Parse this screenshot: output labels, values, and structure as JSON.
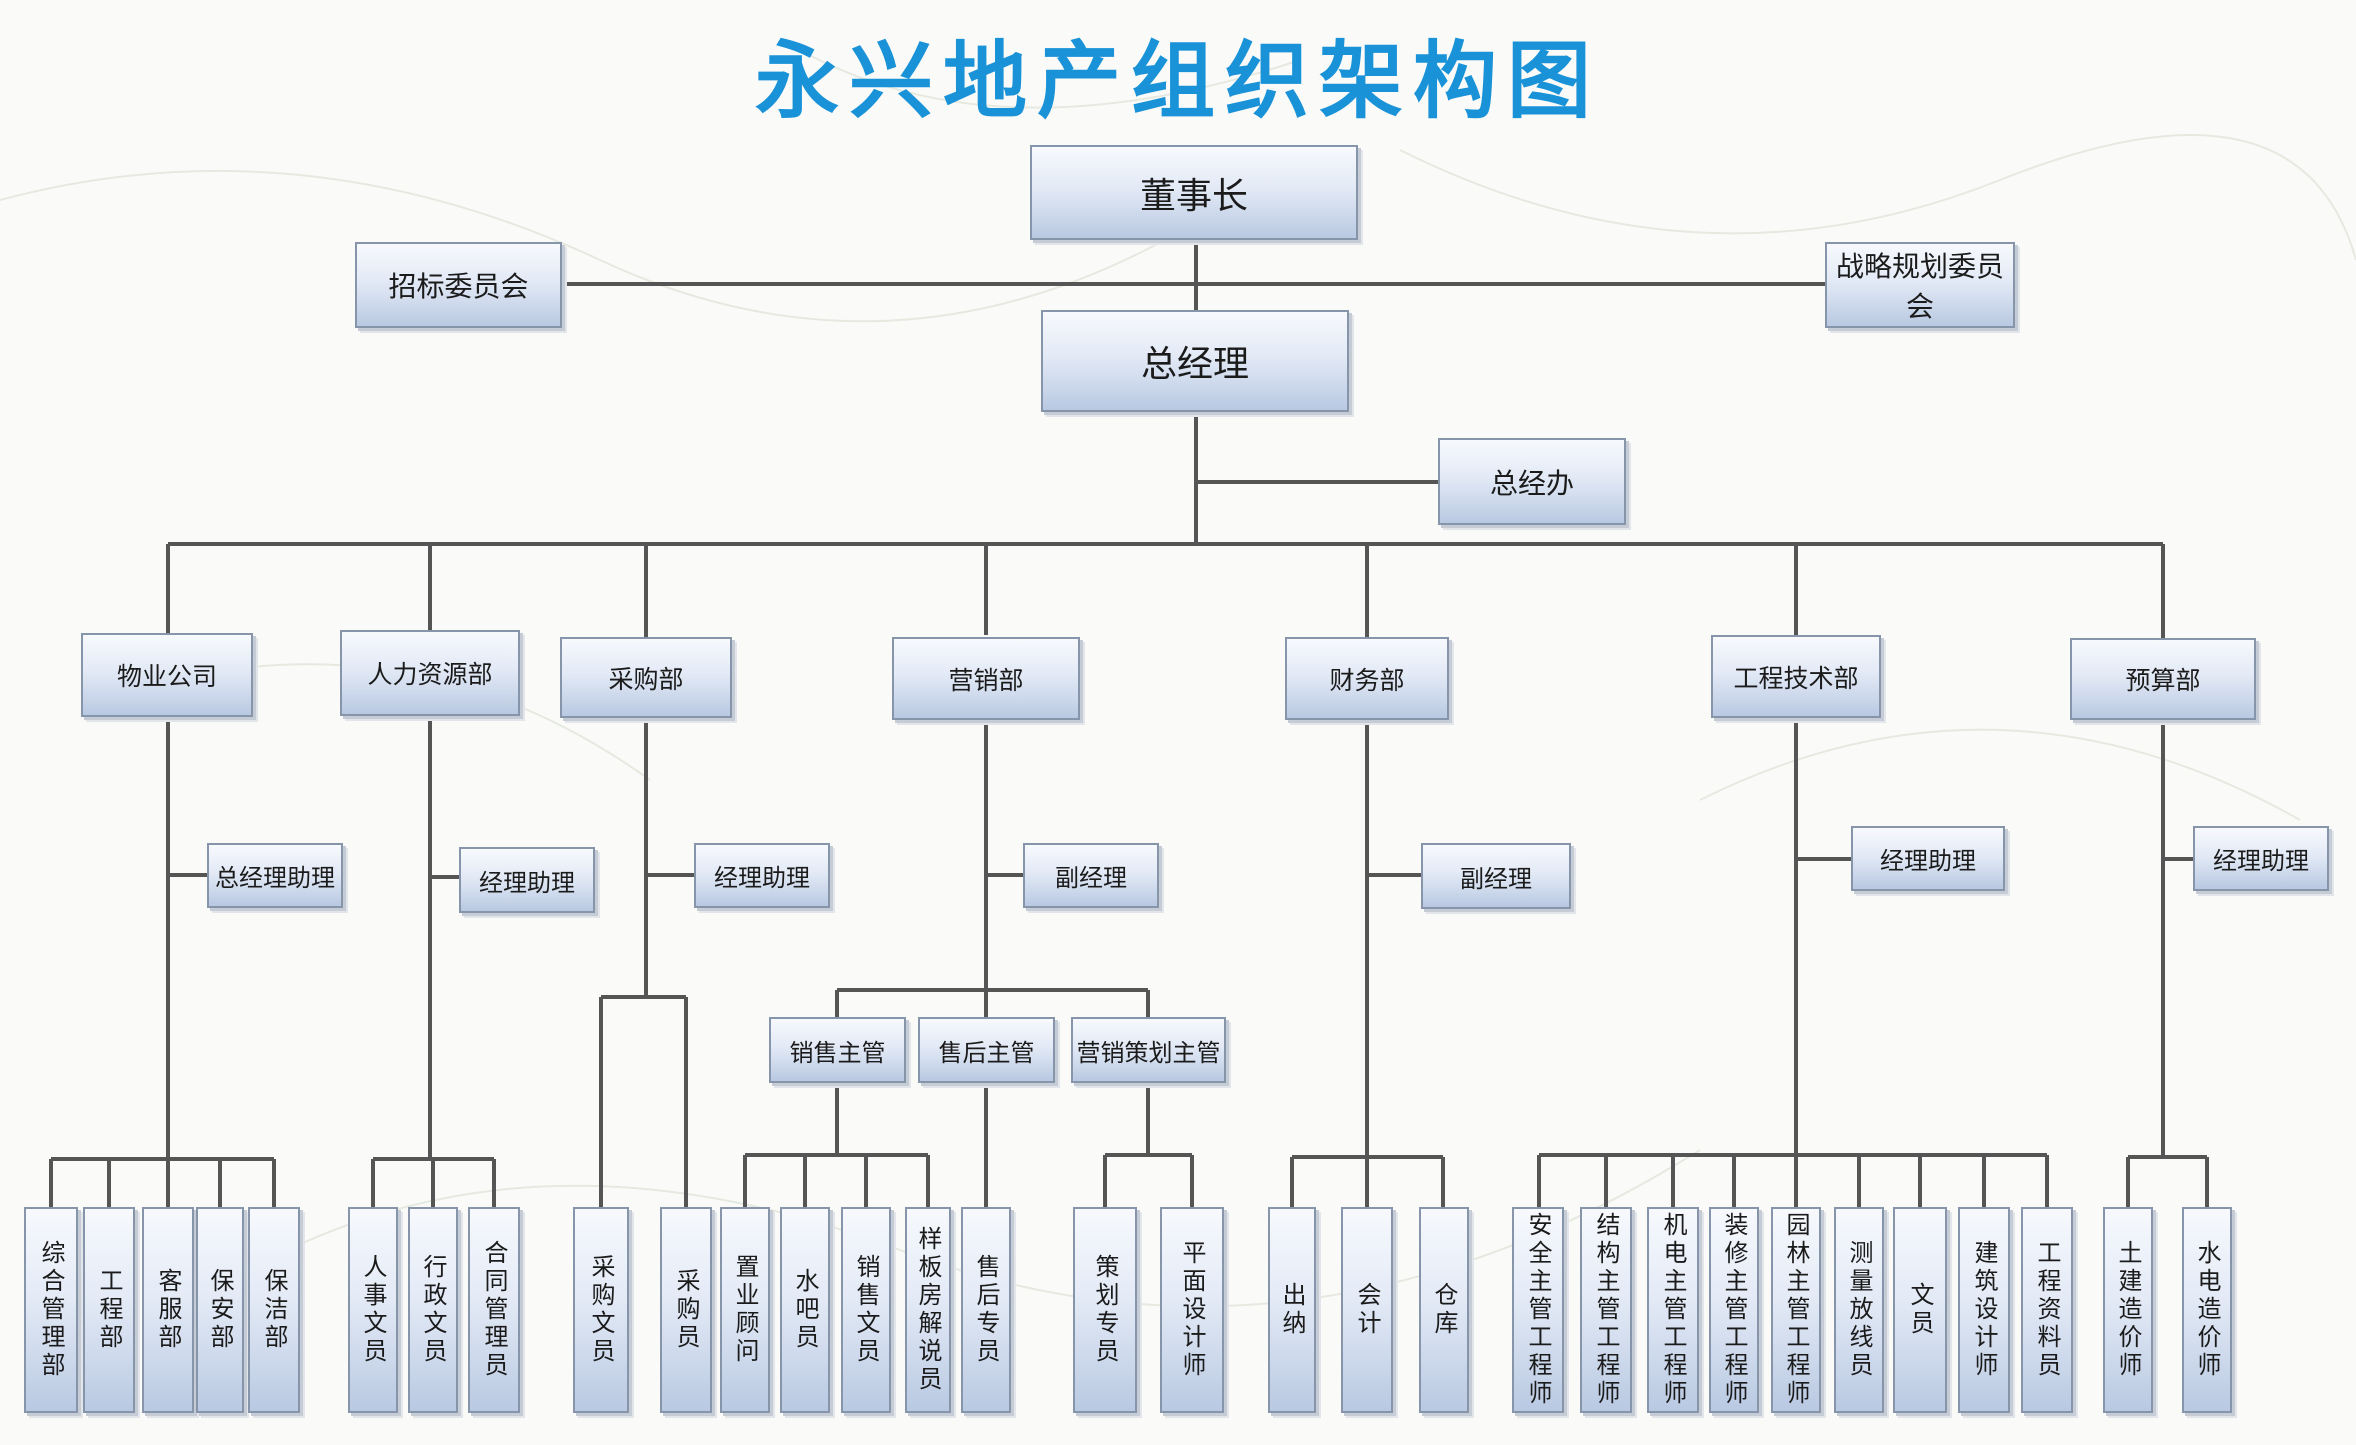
{
  "title": "永兴地产组织架构图",
  "colors": {
    "title": "#1a92d8",
    "line": "#555555"
  },
  "nodes": {
    "chairman": "董事长",
    "bidding_committee": "招标委员会",
    "strategy_committee": "战略规划委员会",
    "general_manager": "总经理",
    "gm_office": "总经办",
    "departments": {
      "property": "物业公司",
      "hr": "人力资源部",
      "purchasing": "采购部",
      "marketing": "营销部",
      "finance": "财务部",
      "engineering": "工程技术部",
      "budget": "预算部"
    },
    "assistants": {
      "property": "总经理助理",
      "hr": "经理助理",
      "purchasing": "经理助理",
      "marketing": "副经理",
      "finance": "副经理",
      "engineering": "经理助理",
      "budget": "经理助理"
    },
    "supervisors": {
      "sales": "销售主管",
      "after_sales": "售后主管",
      "planning": "营销策划主管"
    },
    "leaves": {
      "property": [
        "综合管理部",
        "工程部",
        "客服部",
        "保安部",
        "保洁部"
      ],
      "hr": [
        "人事文员",
        "行政文员",
        "合同管理员"
      ],
      "purchasing": [
        "采购文员",
        "采购员"
      ],
      "sales": [
        "置业顾问",
        "水吧员",
        "销售文员",
        "样板房解说员"
      ],
      "after_sales": [
        "售后专员"
      ],
      "planning": [
        "策划专员",
        "平面设计师"
      ],
      "finance": [
        "出纳",
        "会计",
        "仓库"
      ],
      "engineering": [
        "安全主管工程师",
        "结构主管工程师",
        "机电主管工程师",
        "装修主管工程师",
        "园林主管工程师",
        "测量放线员",
        "文员",
        "建筑设计师",
        "工程资料员"
      ],
      "budget": [
        "土建造价师",
        "水电造价师"
      ]
    }
  }
}
